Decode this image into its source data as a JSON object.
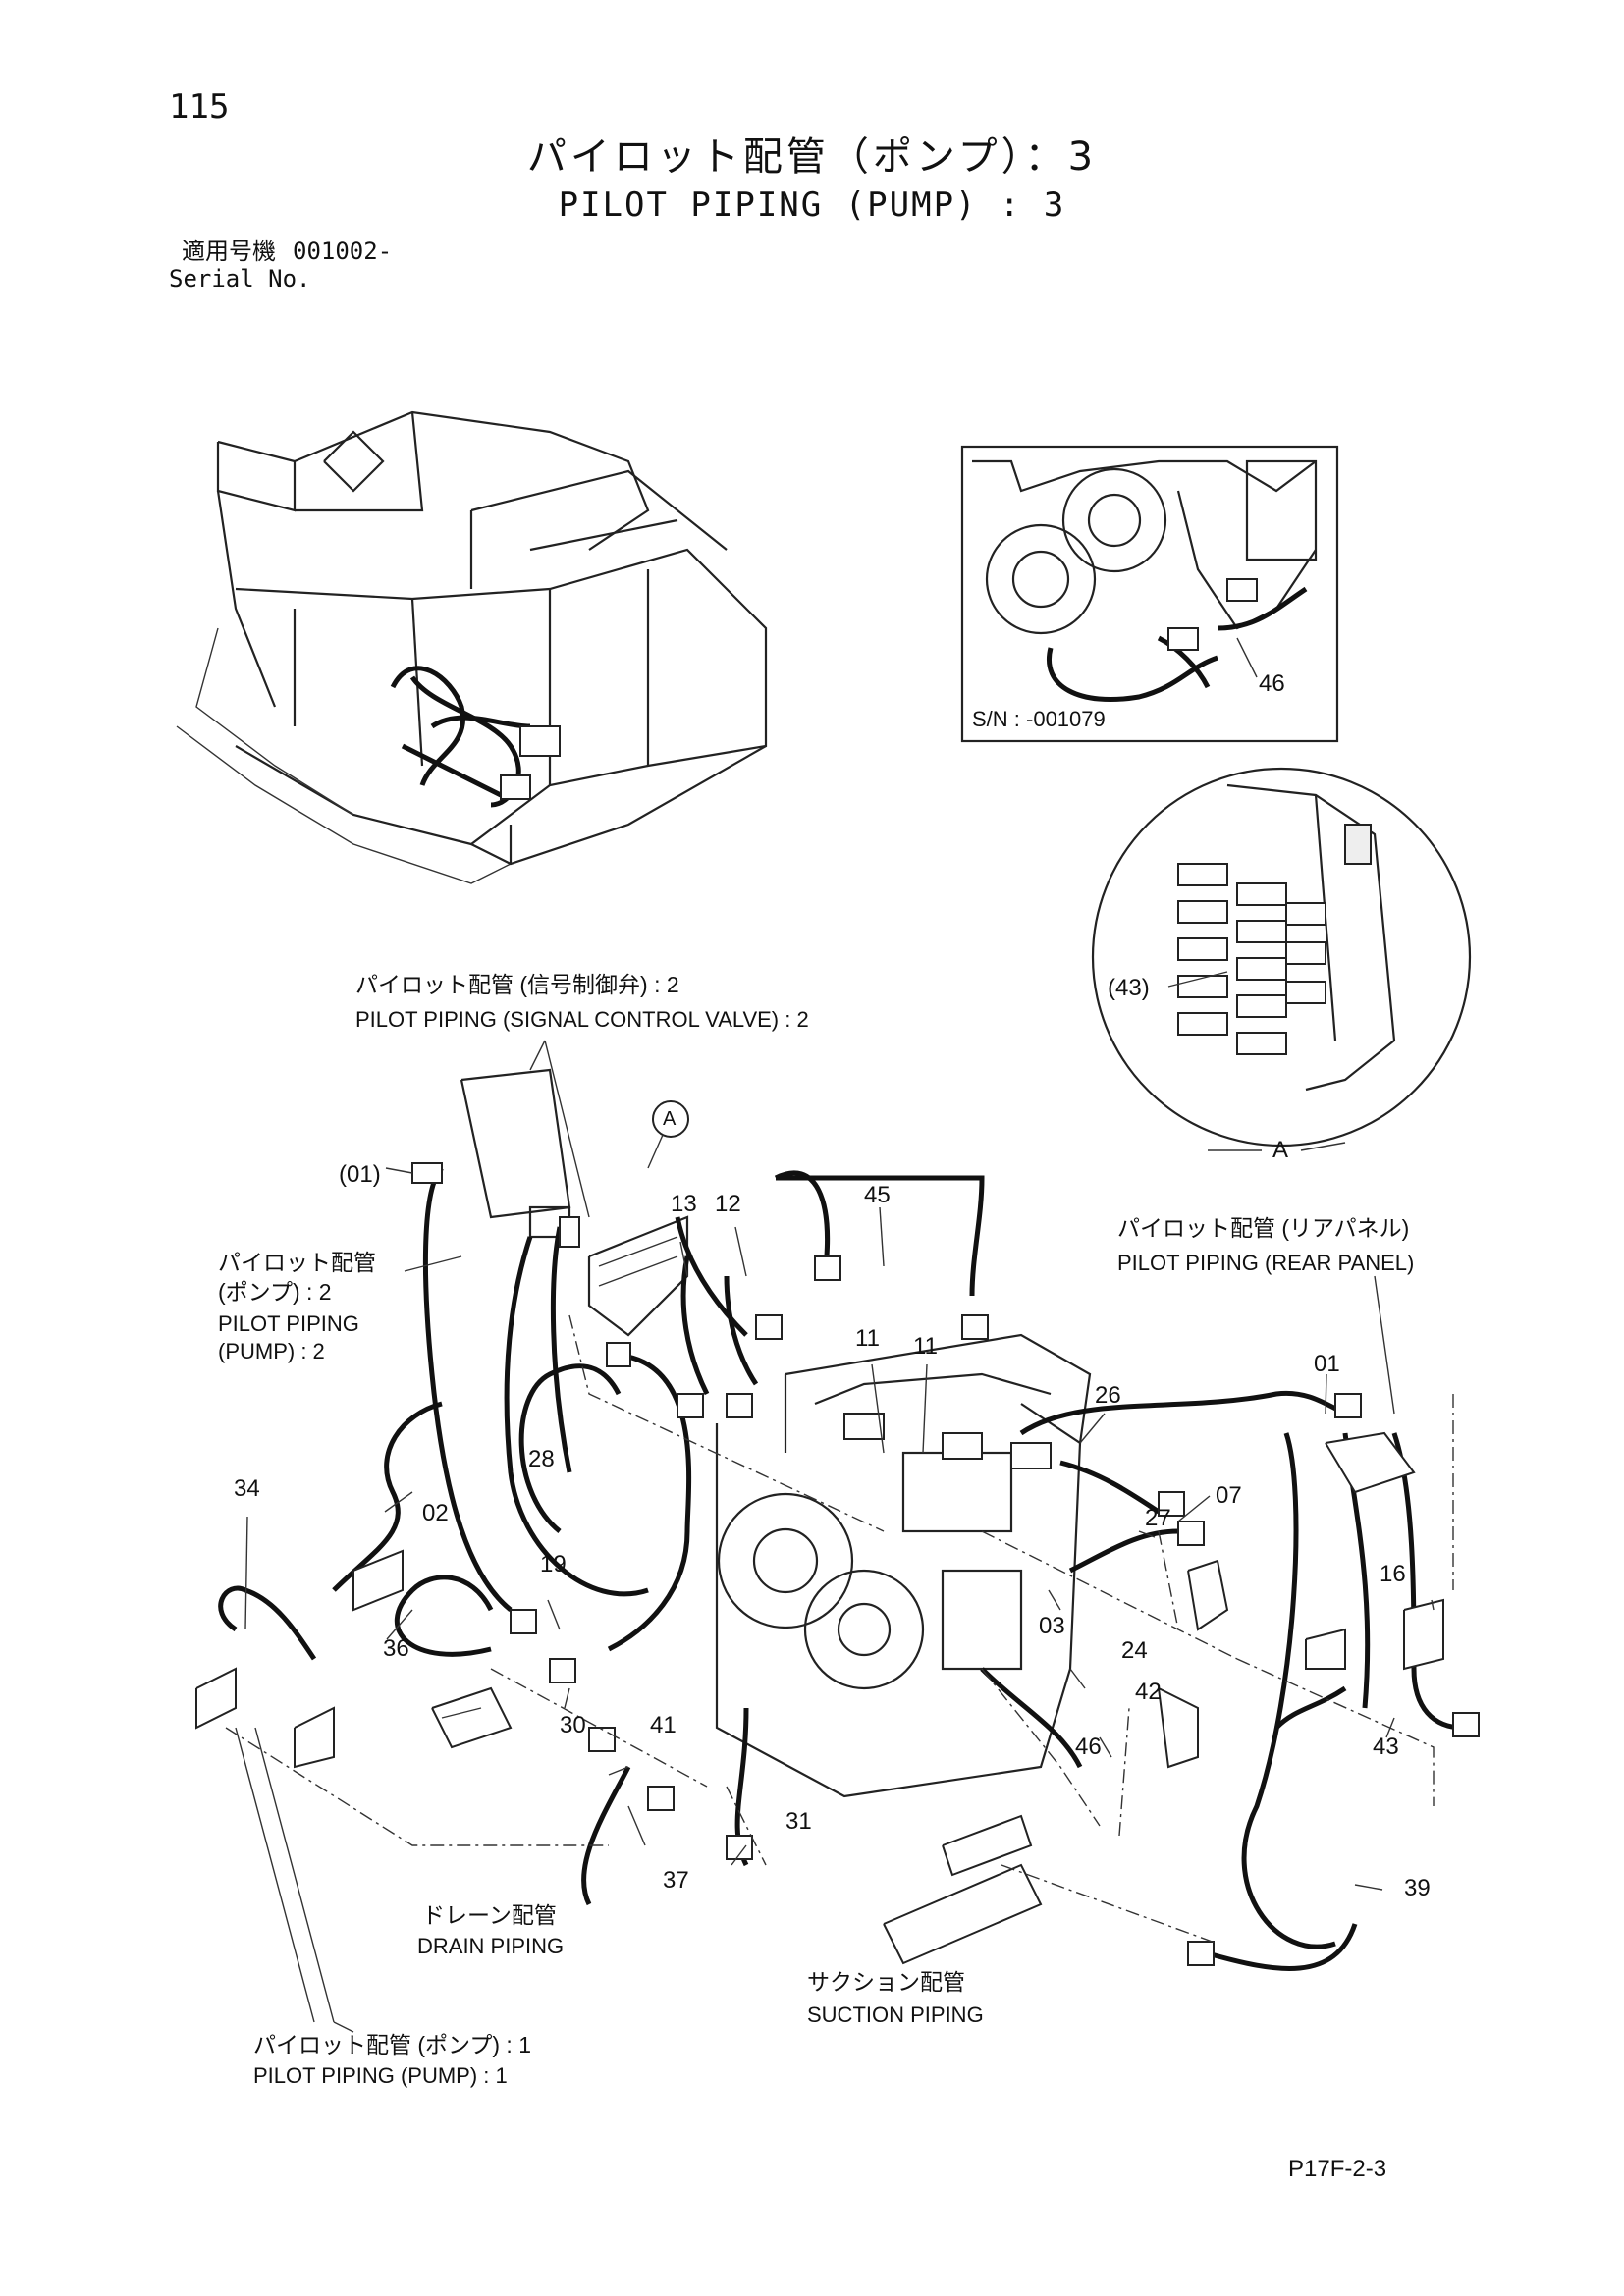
{
  "header": {
    "page_number": "115",
    "title_jp": "パイロット配管（ポンプ）：3",
    "title_en": "PILOT PIPING (PUMP) : 3",
    "serial_label_jp": "適用号機",
    "serial_value": "001002-",
    "serial_label_en": "Serial No."
  },
  "inset": {
    "serial_note": "S/N : -001079",
    "detail_label": "A",
    "detail_callout": "(43)"
  },
  "labels": {
    "signal_valve_jp": "パイロット配管 (信号制御弁) : 2",
    "signal_valve_en": "PILOT PIPING (SIGNAL CONTROL VALVE) : 2",
    "pump2_jp_1": "パイロット配管",
    "pump2_jp_2": "(ポンプ) : 2",
    "pump2_en_1": "PILOT PIPING",
    "pump2_en_2": "(PUMP) : 2",
    "rear_panel_jp": "パイロット配管 (リアパネル)",
    "rear_panel_en": "PILOT PIPING (REAR PANEL)",
    "drain_jp": "ドレーン配管",
    "drain_en": "DRAIN PIPING",
    "suction_jp": "サクション配管",
    "suction_en": "SUCTION PIPING",
    "pump1_jp": "パイロット配管 (ポンプ) : 1",
    "pump1_en": "PILOT PIPING (PUMP) : 1",
    "view_a": "A"
  },
  "part_numbers": {
    "p01a": "(01)",
    "p01b": "01",
    "p02": "02",
    "p03": "03",
    "p07": "07",
    "p11a": "11",
    "p11b": "11",
    "p12": "12",
    "p13": "13",
    "p16": "16",
    "p19": "19",
    "p24": "24",
    "p26": "26",
    "p27": "27",
    "p28": "28",
    "p30": "30",
    "p31": "31",
    "p34": "34",
    "p36": "36",
    "p37": "37",
    "p39": "39",
    "p41": "41",
    "p42": "42",
    "p43": "43",
    "p45": "45",
    "p46a": "46",
    "p46b": "46"
  },
  "footer": {
    "doc_code": "P17F-2-3"
  }
}
